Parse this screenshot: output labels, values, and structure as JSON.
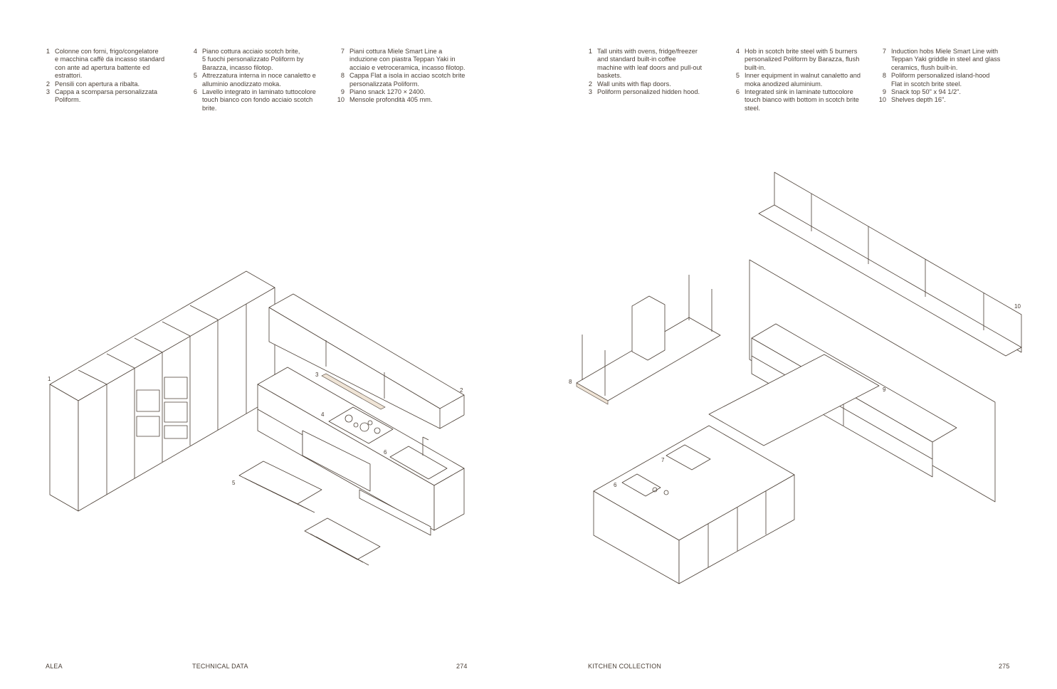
{
  "legend_it": [
    [
      {
        "num": "1",
        "text": "Colonne con forni, frigo/congelatore\ne macchina caffè da incasso standard\ncon ante ad apertura battente ed\nestrattori."
      },
      {
        "num": "2",
        "text": "Pensili con apertura a ribalta."
      },
      {
        "num": "3",
        "text": "Cappa a scomparsa personalizzata\nPoliform."
      }
    ],
    [
      {
        "num": "4",
        "text": "Piano cottura acciaio scotch brite,\n5 fuochi personalizzato Poliform by\nBarazza, incasso filotop."
      },
      {
        "num": "5",
        "text": "Attrezzatura interna in noce canaletto e\nalluminio anodizzato moka."
      },
      {
        "num": "6",
        "text": "Lavello integrato in laminato tuttocolore\ntouch bianco con fondo acciaio scotch\nbrite."
      }
    ],
    [
      {
        "num": "7",
        "text": "Piani cottura Miele Smart Line a\ninduzione con piastra Teppan Yaki in\nacciaio e vetroceramica, incasso filotop."
      },
      {
        "num": "8",
        "text": "Cappa Flat a isola in acciao scotch brite\npersonalizzata Poliform."
      },
      {
        "num": "9",
        "text": "Piano snack 1270 × 2400."
      },
      {
        "num": "10",
        "text": "Mensole profondità 405 mm."
      }
    ]
  ],
  "legend_en": [
    [
      {
        "num": "1",
        "text": "Tall units with ovens, fridge/freezer\nand standard built-in coffee\nmachine with leaf doors and pull-out\nbaskets."
      },
      {
        "num": "2",
        "text": "Wall units with flap doors."
      },
      {
        "num": "3",
        "text": "Poliform personalized hidden hood."
      }
    ],
    [
      {
        "num": "4",
        "text": "Hob in scotch brite steel with 5 burners\npersonalized Poliform by Barazza, flush\nbuilt-in."
      },
      {
        "num": "5",
        "text": "Inner equipment in walnut canaletto and\nmoka anodized aluminium."
      },
      {
        "num": "6",
        "text": "Integrated sink in laminate tuttocolore\ntouch bianco with bottom in scotch brite\nsteel."
      }
    ],
    [
      {
        "num": "7",
        "text": "Induction hobs Miele Smart Line with\nTeppan Yaki griddle in steel and glass\nceramics, flush built-in."
      },
      {
        "num": "8",
        "text": "Poliform personalized island-hood\nFlat in scotch brite steel."
      },
      {
        "num": "9",
        "text": "Snack top 50\" x 94 1/2\"."
      },
      {
        "num": "10",
        "text": "Shelves depth 16\"."
      }
    ]
  ],
  "callouts_left": [
    "1",
    "2",
    "3",
    "4",
    "5",
    "6"
  ],
  "callouts_right": [
    "10",
    "8",
    "9",
    "7",
    "6"
  ],
  "footer": {
    "brand": "ALEA",
    "section": "TECHNICAL DATA",
    "page_left": "274",
    "collection": "KITCHEN COLLECTION",
    "page_right": "275"
  },
  "colors": {
    "text": "#4a3f36",
    "line": "#4b3f35",
    "accent": "#efe4d6",
    "background": "#ffffff"
  }
}
